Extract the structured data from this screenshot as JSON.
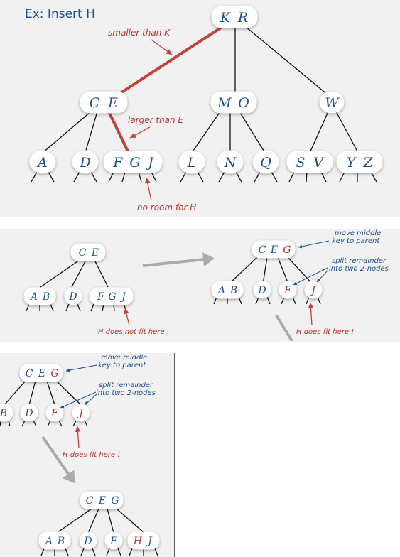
{
  "panel1": {
    "title": "Ex: Insert H",
    "root": [
      "K",
      "R"
    ],
    "level1": [
      [
        "C",
        "E"
      ],
      [
        "M",
        "O"
      ],
      [
        "W"
      ]
    ],
    "leaves": [
      [
        "A"
      ],
      [
        "D"
      ],
      [
        "F",
        "G",
        "J"
      ],
      [
        "L"
      ],
      [
        "N"
      ],
      [
        "Q"
      ],
      [
        "S",
        "V"
      ],
      [
        "Y",
        "Z"
      ]
    ],
    "annotations": {
      "smaller_than_k": "smaller than K",
      "larger_than_e": "larger than E",
      "no_room": "no room for H"
    }
  },
  "panel2": {
    "before": {
      "parent": [
        "C",
        "E"
      ],
      "children": [
        [
          "A",
          "B"
        ],
        [
          "D"
        ],
        [
          "F",
          "G",
          "J"
        ]
      ],
      "note": "H does not fit here"
    },
    "after": {
      "parent": [
        "C",
        "E",
        "G"
      ],
      "children": [
        [
          "A",
          "B"
        ],
        [
          "D"
        ],
        [
          "F"
        ],
        [
          "J"
        ]
      ],
      "note_move": "move middle\nkey to parent",
      "note_split": "split remainder\ninto two 2-nodes",
      "note_fit": "H does fit here !"
    }
  },
  "panel3": {
    "top": {
      "parent": [
        "C",
        "E",
        "G"
      ],
      "children": [
        [
          "B"
        ],
        [
          "D"
        ],
        [
          "F"
        ],
        [
          "J"
        ]
      ],
      "note_move": "move middle\nkey to parent",
      "note_split": "split remainder\ninto two 2-nodes",
      "note_fit": "H does fit here !"
    },
    "bottom": {
      "parent": [
        "C",
        "E",
        "G"
      ],
      "children": [
        [
          "A",
          "B"
        ],
        [
          "D"
        ],
        [
          "F"
        ],
        [
          "H",
          "J"
        ]
      ]
    }
  },
  "colors": {
    "key_blue": "#1a4f8a",
    "accent_red": "#b2332f",
    "panel_bg": "#f1f1f1"
  }
}
